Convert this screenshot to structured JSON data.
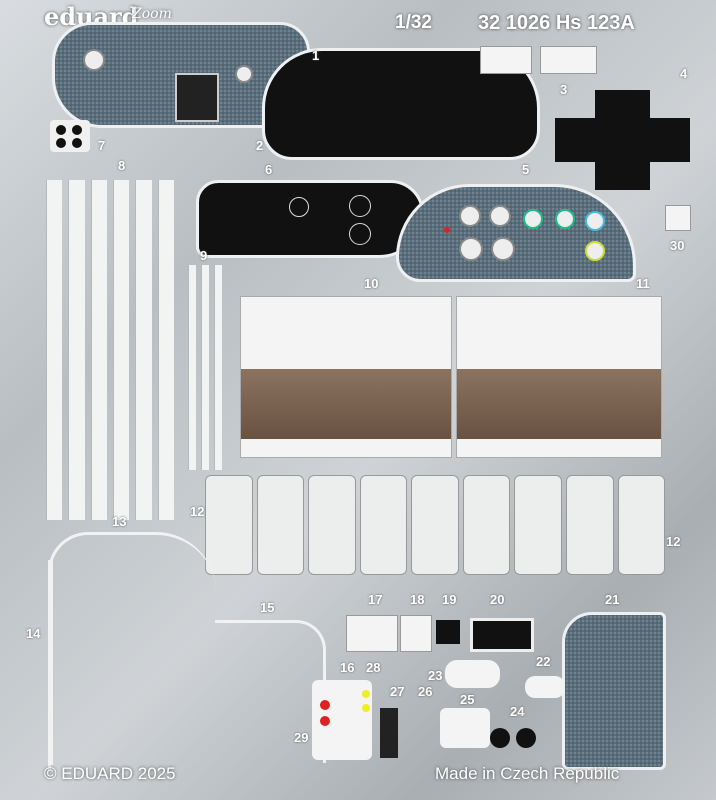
{
  "brand": {
    "logo": "eduard",
    "sub_logo": "Zoom"
  },
  "header": {
    "scale": "1/32",
    "title": "32 1026 Hs 123A"
  },
  "part_numbers": [
    "1",
    "2",
    "3",
    "4",
    "5",
    "6",
    "7",
    "8",
    "9",
    "10",
    "11",
    "12",
    "12",
    "13",
    "14",
    "15",
    "16",
    "17",
    "18",
    "19",
    "20",
    "21",
    "22",
    "23",
    "24",
    "25",
    "26",
    "27",
    "28",
    "29",
    "30"
  ],
  "footer": {
    "copyright": "© EDUARD 2025",
    "origin": "Made in Czech Republic"
  }
}
